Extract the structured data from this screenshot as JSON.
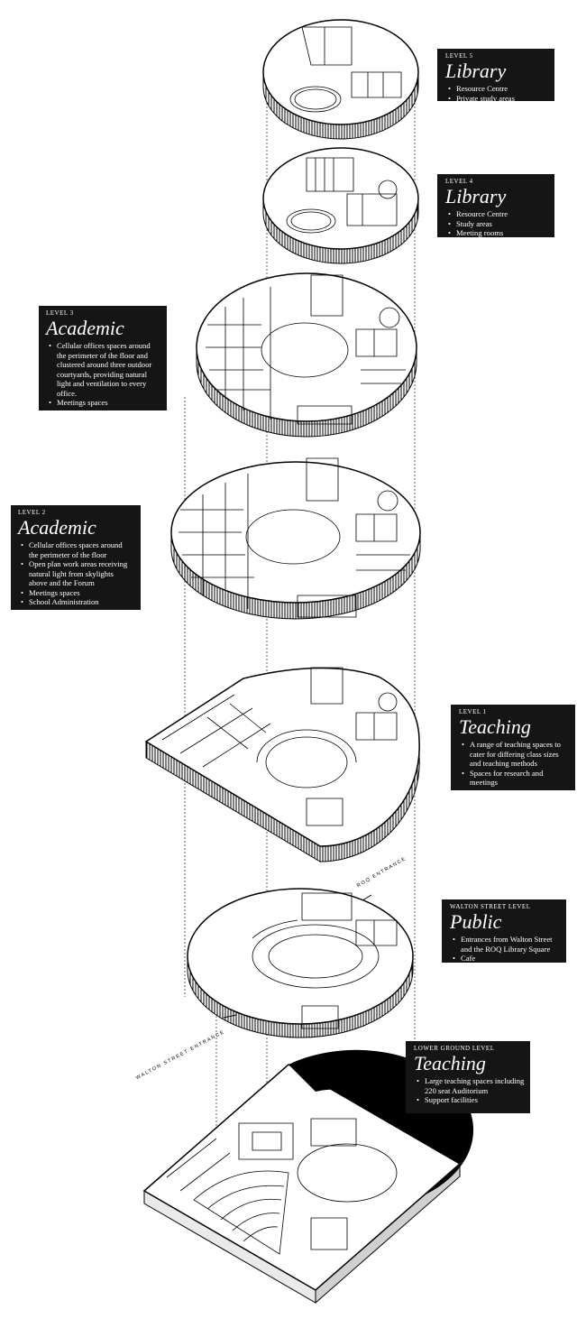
{
  "levels": [
    {
      "id": "level5",
      "level": "LEVEL 5",
      "title": "Library",
      "items": [
        "Resource Centre",
        "Private study areas"
      ]
    },
    {
      "id": "level4",
      "level": "LEVEL 4",
      "title": "Library",
      "items": [
        "Resource Centre",
        "Study areas",
        "Meeting rooms"
      ]
    },
    {
      "id": "level3",
      "level": "LEVEL 3",
      "title": "Academic",
      "items": [
        "Cellular offices spaces around the perimeter of the floor and clustered around three outdoor courtyards, providing natural light and ventilation to every office.",
        "Meetings spaces"
      ]
    },
    {
      "id": "level2",
      "level": "LEVEL 2",
      "title": "Academic",
      "items": [
        "Cellular offices spaces around the perimeter of the floor",
        "Open plan work areas receiving natural light from skylights above and the Forum",
        "Meetings spaces",
        "School Administration"
      ]
    },
    {
      "id": "level1",
      "level": "LEVEL 1",
      "title": "Teaching",
      "items": [
        "A range of teaching spaces to cater for differing class sizes and teaching methods",
        "Spaces for research and meetings"
      ]
    },
    {
      "id": "walton",
      "level": "WALTON STREET LEVEL",
      "title": "Public",
      "items": [
        "Entrances from Walton Street and the ROQ Library Square",
        "Cafe"
      ]
    },
    {
      "id": "lower",
      "level": "LOWER GROUND LEVEL",
      "title": "Teaching",
      "items": [
        "Large teaching spaces including 220 seat Auditorium",
        "Support facilities"
      ]
    }
  ],
  "entrances": {
    "roq": "ROQ ENTRANCE",
    "walton": "WALTON STREET ENTRANCE"
  }
}
